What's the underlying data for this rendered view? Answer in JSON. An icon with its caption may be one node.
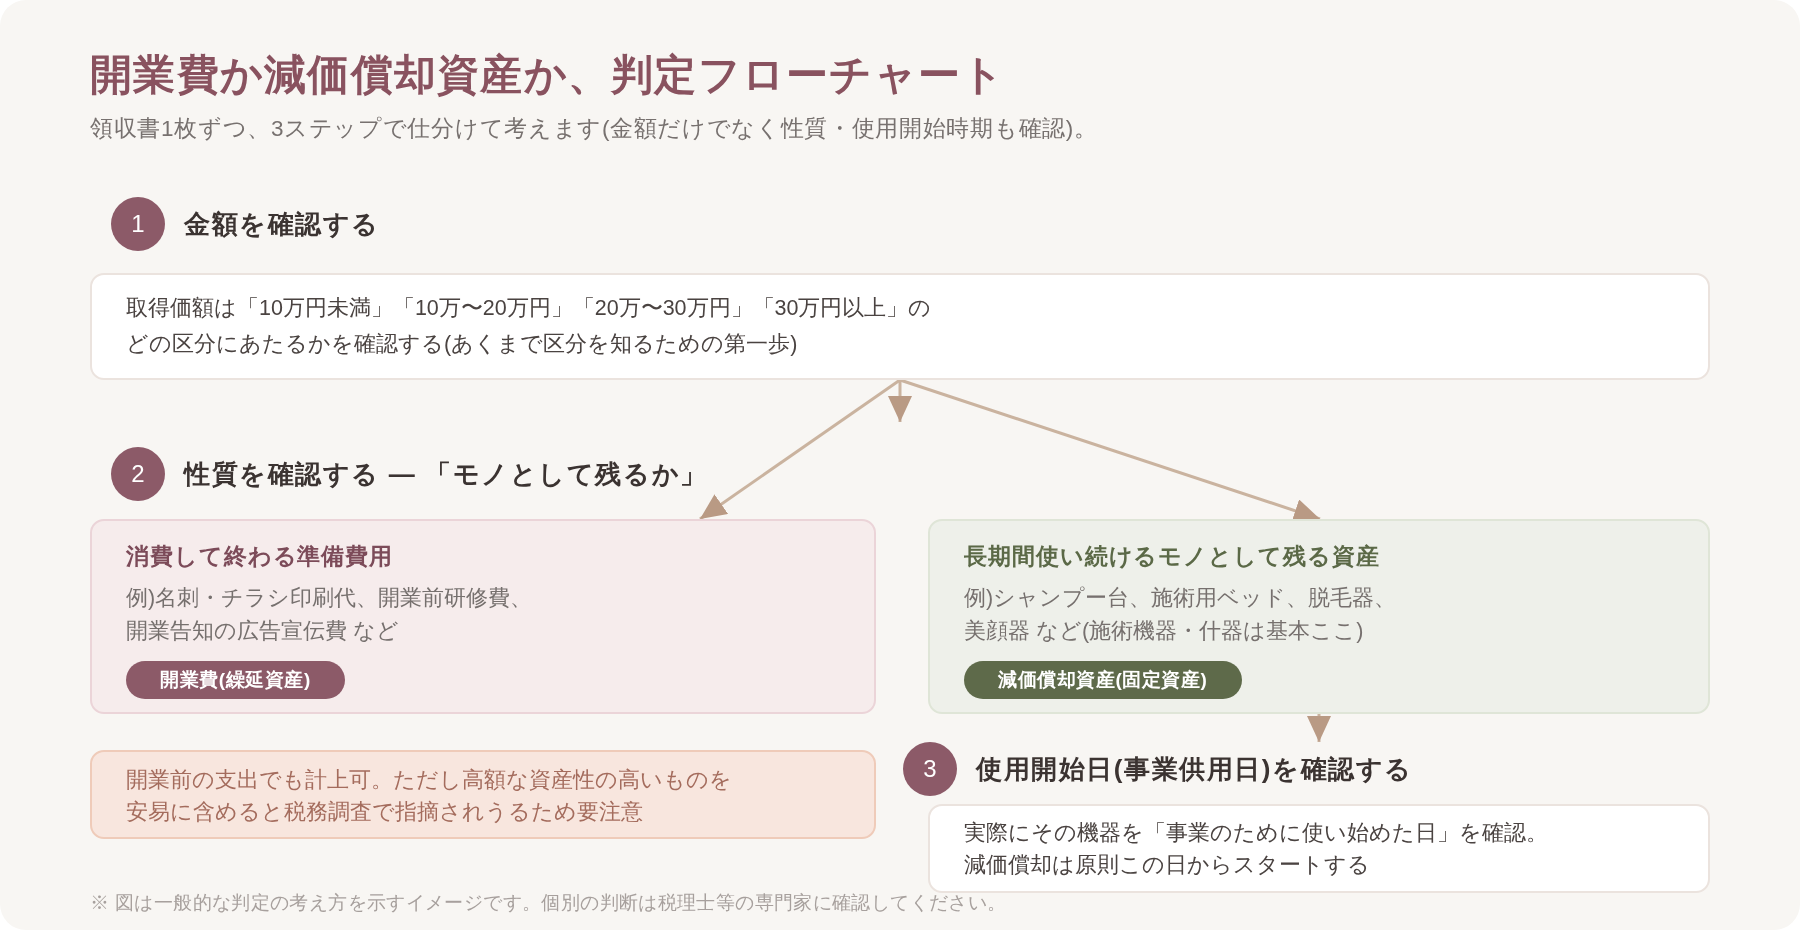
{
  "diagram": {
    "title": "開業費か減価償却資産か、判定フローチャート",
    "nodes": [
      {
        "text": [
          "1",
          "金額を確認する"
        ]
      },
      {
        "text": [
          "取得価額は「10万円未満」「10万〜20万円」「20万〜30万円」「30万円以上」のどの区分にあたるかを確認する(あくまで区分を知るための第一歩)"
        ]
      },
      {
        "text": [
          "2",
          "性質を確認する — 「モノとして残るか」"
        ]
      },
      {
        "text": [
          "消費して終わる準備費用",
          "例)名刺・チラシ印刷代、開業前研修費、開業告知の広告宣伝費 など"
        ]
      },
      {
        "text": [
          "開業費(繰延資産)"
        ],
        "in": 3
      },
      {
        "text": [
          "長期間使い続けるモノとして残る資産",
          "例)シャンプー台、施術用ベッド、脱毛器、美顔器 など(施術機器・什器は基本ここ)"
        ]
      },
      {
        "text": [
          "減価償却資産(固定資産)"
        ],
        "in": 5
      },
      {
        "text": [
          "開業前の支出でも計上可。ただし高額な資産性の高いものを安易に含めると税務調査で指摘されうるため要注意"
        ]
      },
      {
        "text": [
          "3",
          "使用開始日(事業供用日)を確認する"
        ]
      },
      {
        "text": [
          "実際にその機器を「事業のために使い始めた日」を確認。減価償却は原則この日からスタートする"
        ]
      }
    ],
    "edges": [
      {
        "from": 1,
        "to": null,
        "arrow": "to"
      },
      {
        "from": 1,
        "to": 3,
        "arrow": "to"
      },
      {
        "from": 1,
        "to": 5,
        "arrow": "to"
      },
      {
        "from": 5,
        "to": 8,
        "arrow": "to"
      }
    ],
    "labels": [
      "領収書1枚ずつ、3ステップで仕分けて考えます(金額だけでなく性質・使用開始時期も確認)。",
      "※ 図は一般的な判定の考え方を示すイメージです。個別の判断は税理士等の専門家に確認してください。"
    ]
  }
}
